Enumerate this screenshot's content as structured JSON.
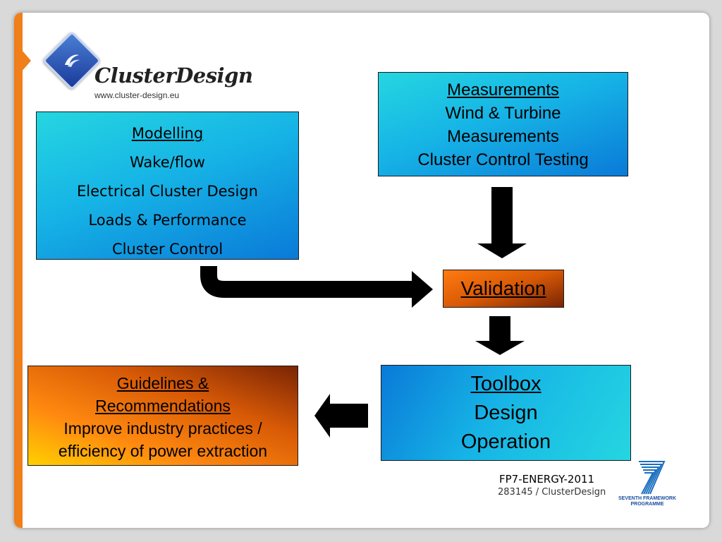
{
  "logo": {
    "title": "ClusterDesign",
    "url": "www.cluster-design.eu"
  },
  "modelling": {
    "heading": "Modelling",
    "items": [
      "Wake/flow",
      "Electrical Cluster Design",
      "Loads & Performance",
      "Cluster Control"
    ]
  },
  "measurements": {
    "heading": "Measurements",
    "lines": [
      "Wind & Turbine",
      "Measurements",
      "Cluster Control Testing"
    ]
  },
  "validation": {
    "heading": "Validation"
  },
  "toolbox": {
    "heading": "Toolbox",
    "lines": [
      "Design",
      "Operation"
    ]
  },
  "guidelines": {
    "heading_line1": "Guidelines &",
    "heading_line2": "Recommendations",
    "lines": [
      "Improve industry practices /",
      "efficiency of power extraction"
    ]
  },
  "footer": {
    "programme": "FP7-ENERGY-2011",
    "grant": "283145 / ClusterDesign",
    "fp7_logo_line1": "SEVENTH FRAMEWORK",
    "fp7_logo_line2": "PROGRAMME"
  },
  "colors": {
    "blue_box": "#16b4e6",
    "orange_box": "#d85a06",
    "accent_bar": "#f07e1a"
  }
}
